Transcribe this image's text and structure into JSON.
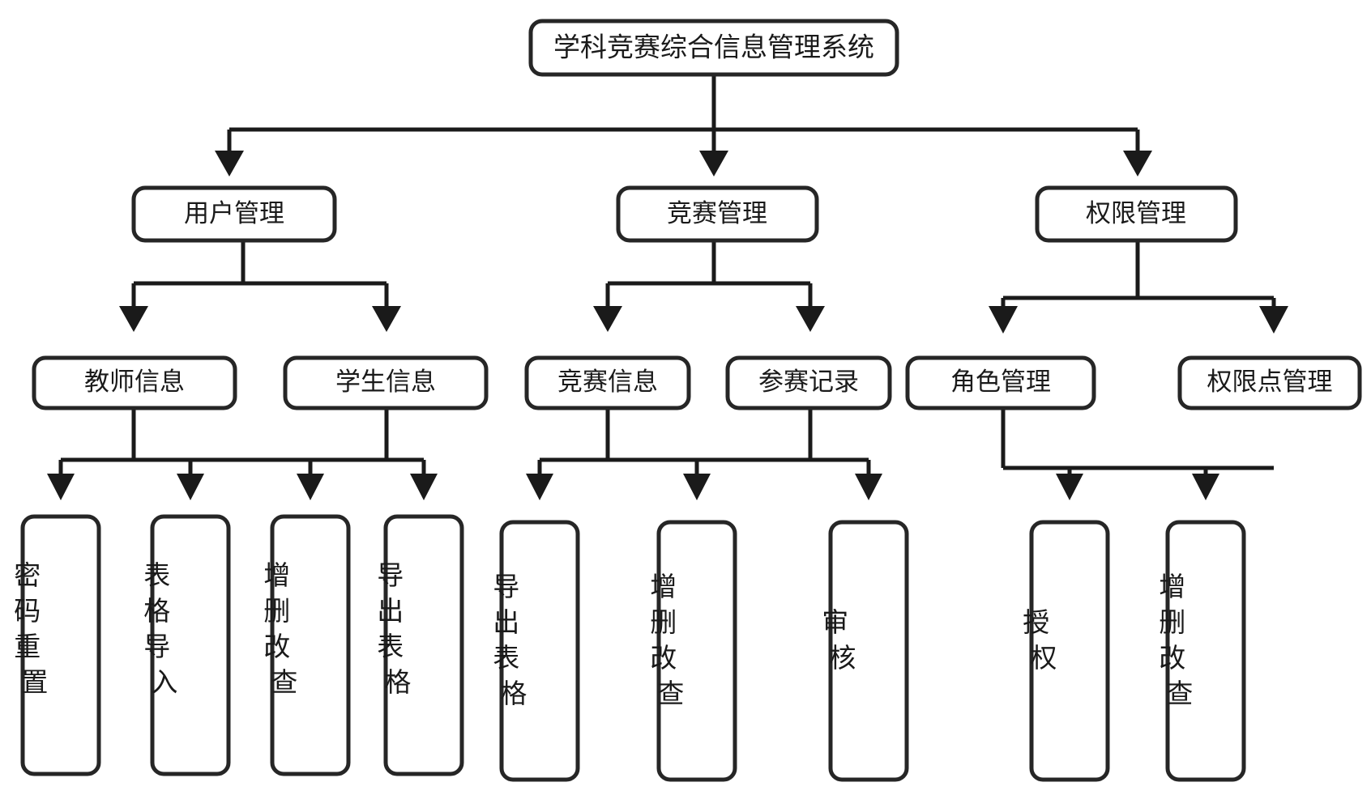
{
  "diagram": {
    "title": "学科竞赛综合信息管理系统",
    "orientation": "top-down",
    "colors": {
      "background": "#ffffff",
      "node_fill": "#ffffff",
      "node_stroke": "#262626",
      "connector": "#1a1a1a",
      "text": "#1a1a1a"
    },
    "levels": {
      "root": {
        "label": "学科竞赛综合信息管理系统"
      },
      "level2": [
        {
          "label": "用户管理"
        },
        {
          "label": "竞赛管理"
        },
        {
          "label": "权限管理"
        }
      ],
      "level3": [
        {
          "label": "教师信息",
          "parent": "用户管理"
        },
        {
          "label": "学生信息",
          "parent": "用户管理"
        },
        {
          "label": "竞赛信息",
          "parent": "竞赛管理"
        },
        {
          "label": "参赛记录",
          "parent": "竞赛管理"
        },
        {
          "label": "角色管理",
          "parent": "权限管理"
        },
        {
          "label": "权限点管理",
          "parent": "权限管理"
        }
      ],
      "level4": [
        {
          "label": "密码重置",
          "chars": [
            "密",
            "码",
            "重",
            "置"
          ]
        },
        {
          "label": "表格导入",
          "chars": [
            "表",
            "格",
            "导",
            "入"
          ]
        },
        {
          "label": "增删改查",
          "chars": [
            "增",
            "删",
            "改",
            "查"
          ]
        },
        {
          "label": "导出表格",
          "chars": [
            "导",
            "出",
            "表",
            "格"
          ]
        },
        {
          "label": "导出表格",
          "chars": [
            "导",
            "出",
            "表",
            "格"
          ]
        },
        {
          "label": "增删改查",
          "chars": [
            "增",
            "删",
            "改",
            "查"
          ]
        },
        {
          "label": "审核",
          "chars": [
            "审",
            "核"
          ]
        },
        {
          "label": "授权",
          "chars": [
            "授",
            "权"
          ]
        },
        {
          "label": "增删改查",
          "chars": [
            "增",
            "删",
            "改",
            "查"
          ]
        }
      ]
    }
  }
}
